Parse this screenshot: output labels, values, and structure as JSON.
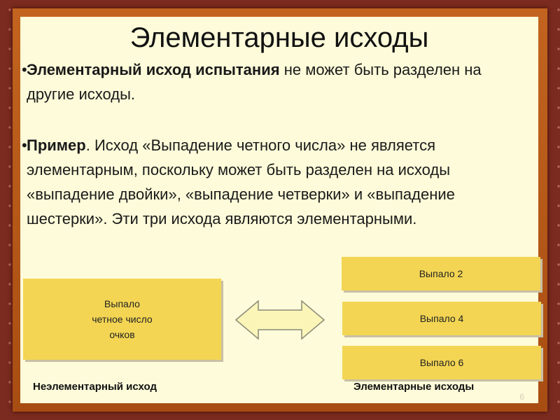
{
  "slide": {
    "title": "Элементарные исходы",
    "bullets": [
      {
        "bold": "Элементарный исход испытания",
        "text": " не может быть разделен на другие исходы."
      },
      {
        "bold": "Пример",
        "text": ". Исход «Выпадение четного числа» не является элементарным, поскольку может быть разделен на исходы «выпадение двойки», «выпадение четверки» и «выпадение шестерки». Эти три исхода являются элементарными."
      }
    ],
    "left_box": [
      "Выпало",
      "четное число",
      "очков"
    ],
    "right_boxes": [
      "Выпало 2",
      "Выпало 4",
      "Выпало 6"
    ],
    "arrow_icon": "double-headed-arrow",
    "left_label": "Неэлементарный исход",
    "right_label": "Элементарные исходы",
    "page_number": "6",
    "colors": {
      "box": "#f3d553",
      "panel": "#fdfbd9",
      "frame": "#7b2b1f",
      "border": "#b85a18"
    }
  }
}
